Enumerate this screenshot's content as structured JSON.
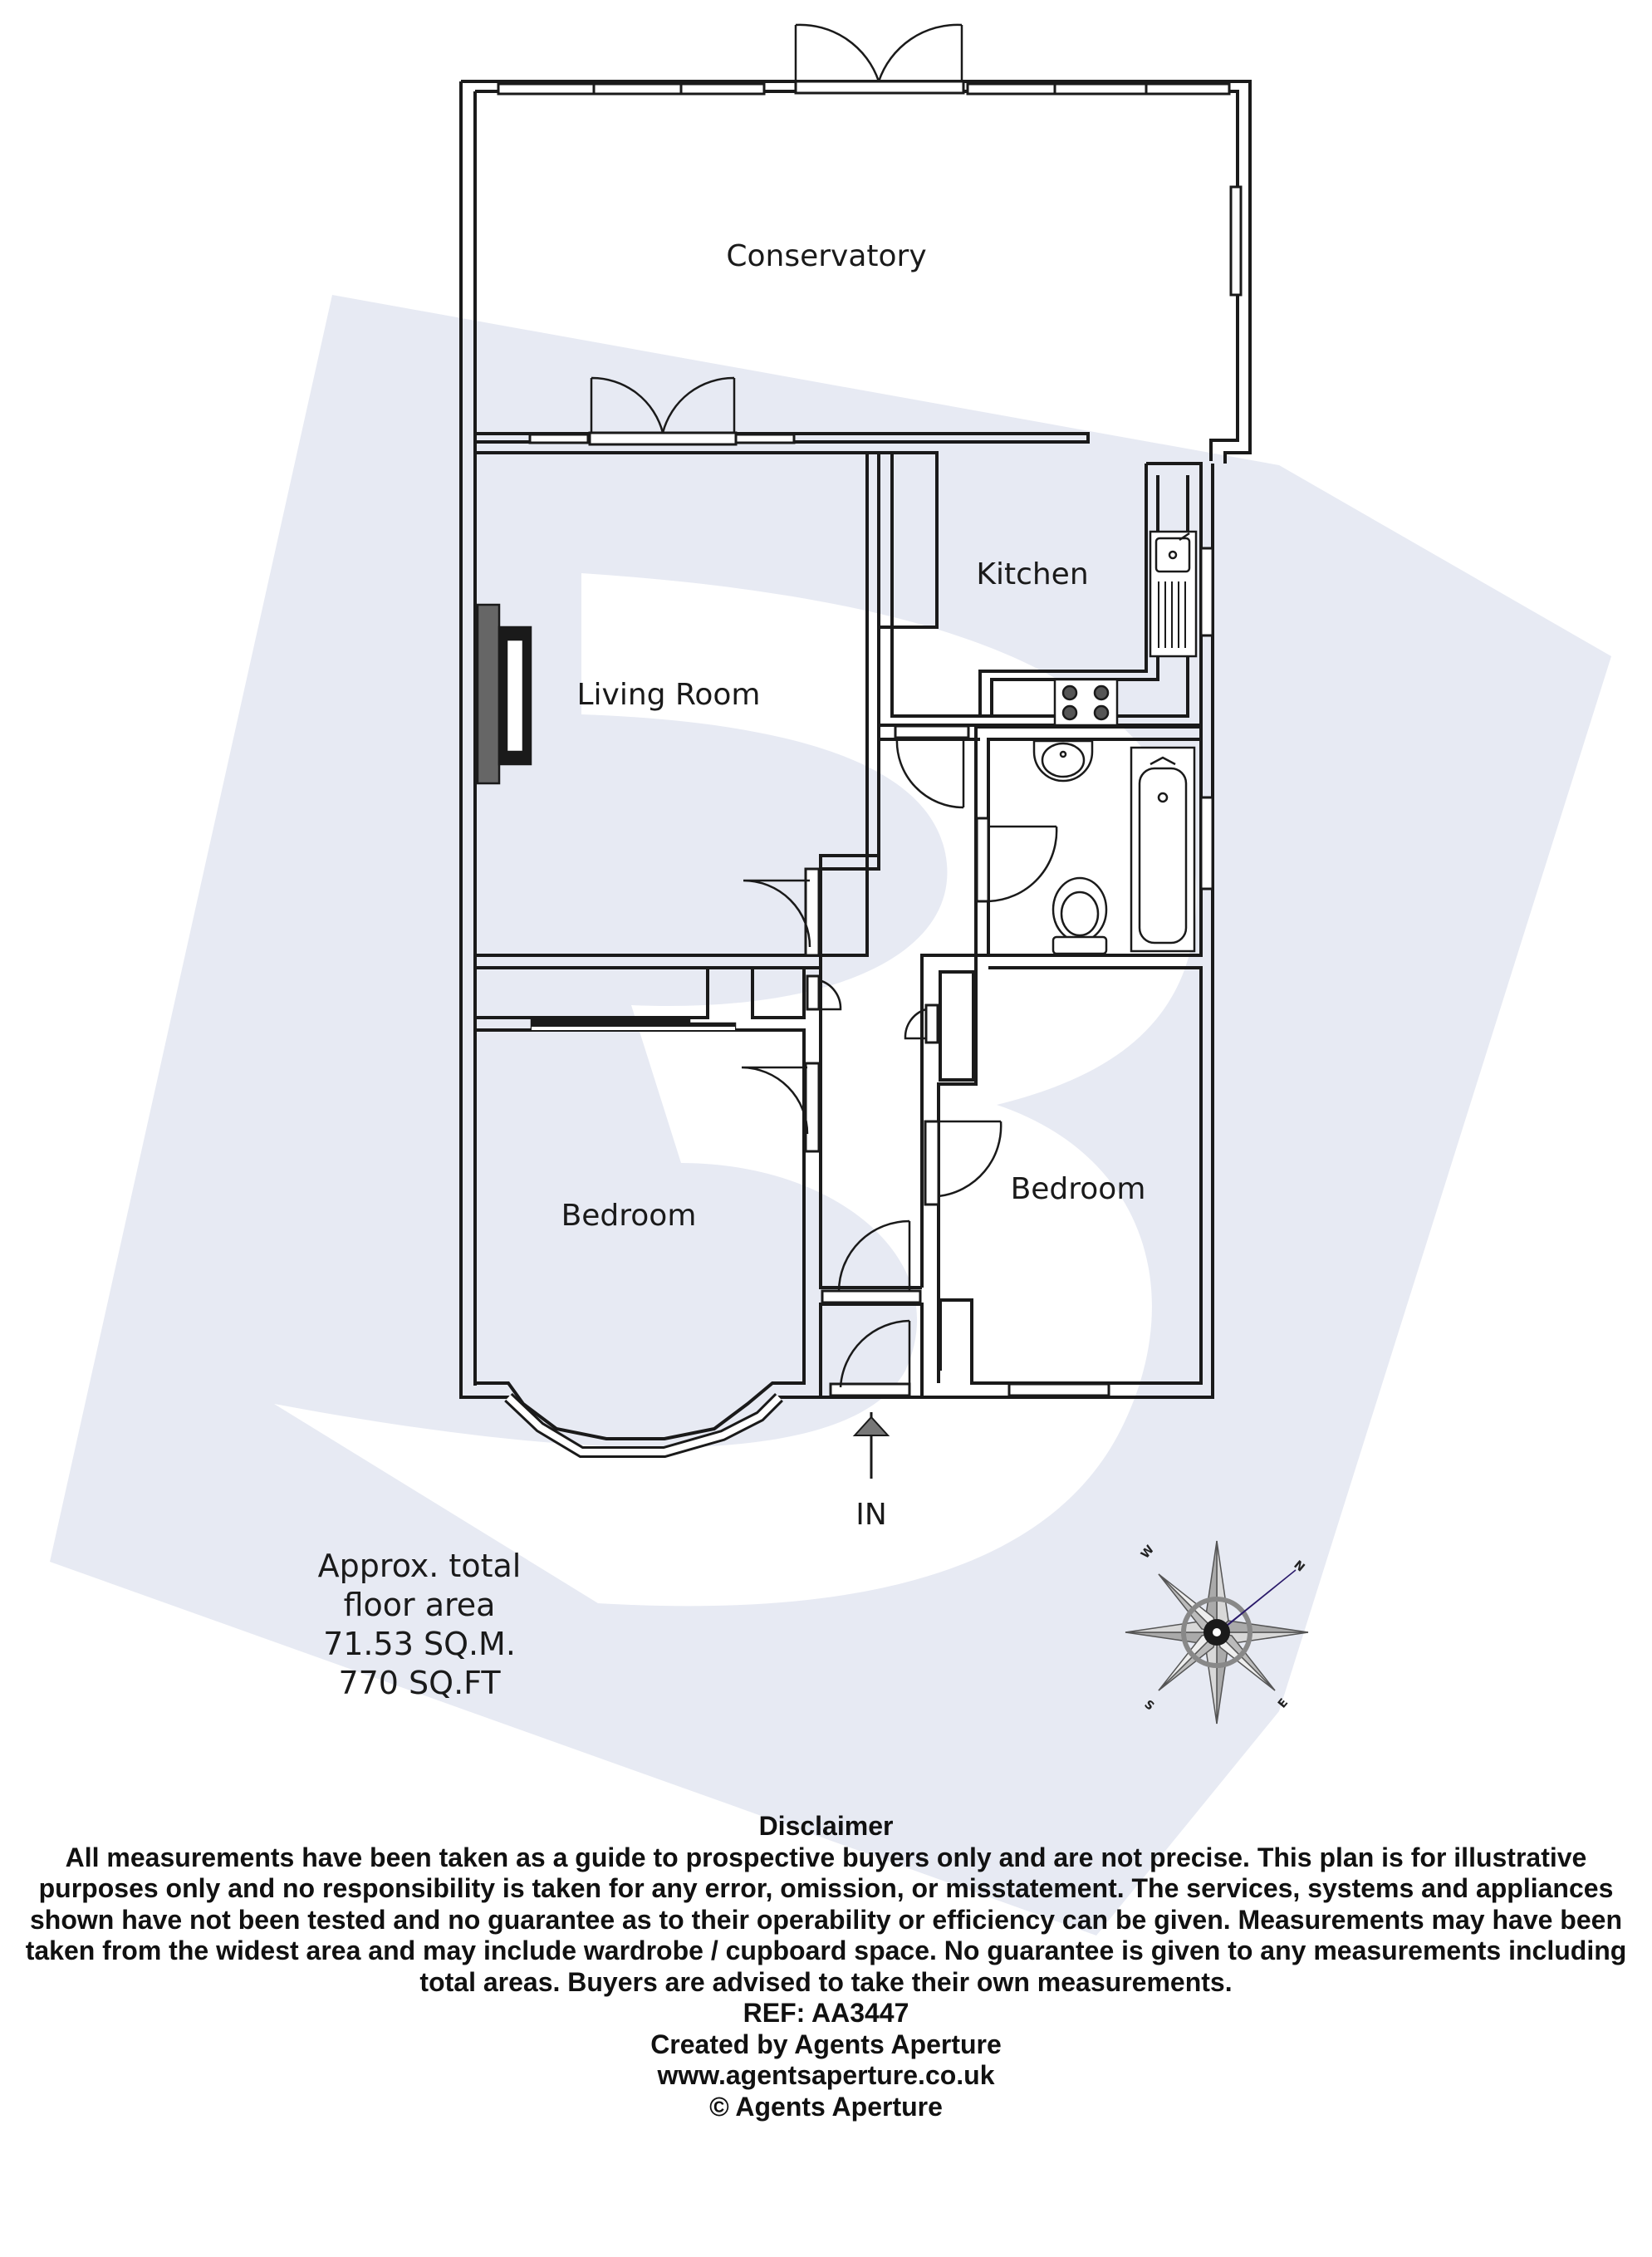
{
  "rooms": {
    "conservatory": "Conservatory",
    "kitchen": "Kitchen",
    "living_room": "Living Room",
    "bedroom_left": "Bedroom",
    "bedroom_right": "Bedroom"
  },
  "entrance_label": "IN",
  "area": {
    "line1": "Approx. total",
    "line2": "floor area",
    "sqm": "71.53 SQ.M.",
    "sqft": "770 SQ.FT"
  },
  "compass": {
    "n": "N",
    "e": "E",
    "s": "S",
    "w": "W"
  },
  "disclaimer": {
    "title": "Disclaimer",
    "body": "All measurements have been taken as a guide to prospective buyers only and are not precise. This plan is for illustrative purposes only and no responsibility is taken for any error, omission, or misstatement. The services, systems and appliances shown have not been tested and no guarantee as to their operability or efficiency can be given. Measurements may have been taken from the widest area and may include wardrobe / cupboard space. No guarantee is given to any measurements including total areas. Buyers are advised to take their own measurements.",
    "ref": "REF: AA3447",
    "created": "Created by Agents Aperture",
    "website": "www.agentsaperture.co.uk",
    "copyright": "© Agents Aperture"
  },
  "colors": {
    "wall": "#1a1a1a",
    "watermark": "#e7eaf3",
    "compass_needle": "#4a3a9a"
  }
}
